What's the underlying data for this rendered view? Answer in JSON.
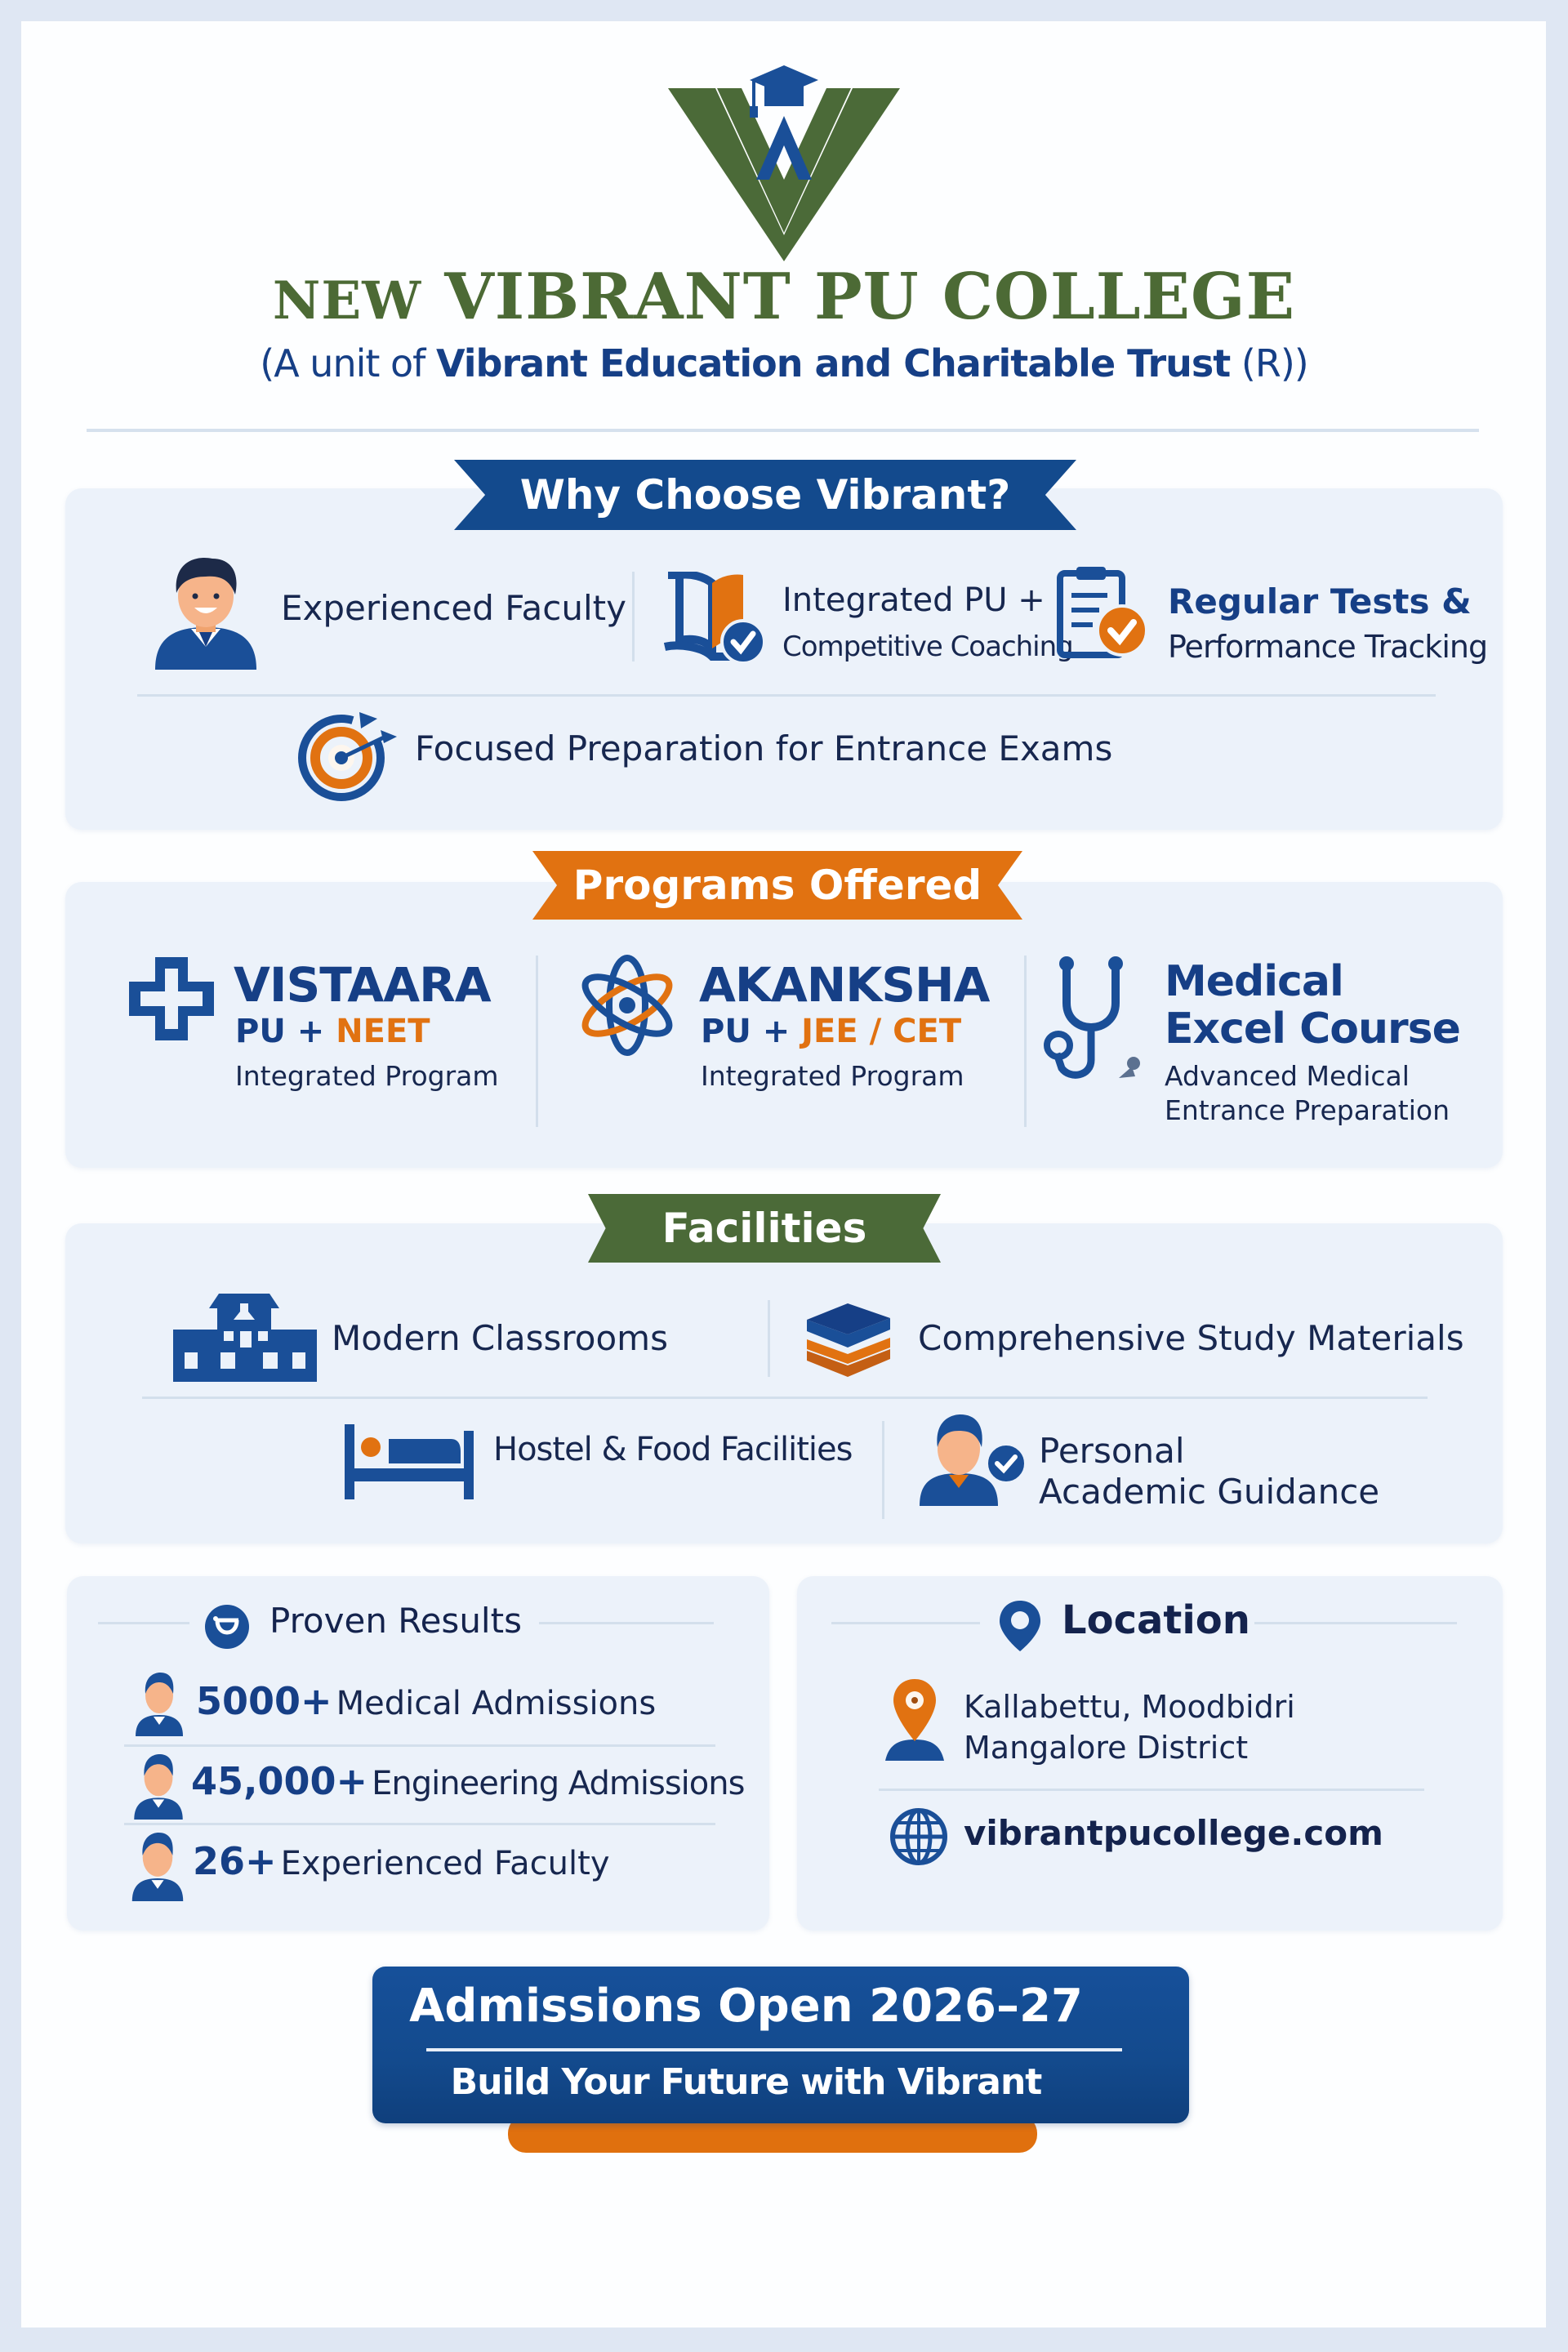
{
  "header": {
    "title_prefix": "NEW",
    "title_main": "VIBRANT PU COLLEGE",
    "subtitle_open": "(A unit of ",
    "subtitle_bold": "Vibrant Education and Charitable Trust",
    "subtitle_close": " (R))"
  },
  "colors": {
    "brand_green": "#4c6a35",
    "brand_blue": "#134a8d",
    "accent_orange": "#e17211",
    "card_bg": "#ecf2fa",
    "frame_bg": "#dfe7f3",
    "text_dark": "#17274f"
  },
  "why_choose": {
    "heading": "Why Choose Vibrant?",
    "items": [
      {
        "icon": "teacher-avatar-icon",
        "line1": "Experienced Faculty",
        "line2": ""
      },
      {
        "icon": "book-check-icon",
        "line1": "Integrated PU +",
        "line2": "Competitive Coaching"
      },
      {
        "icon": "clipboard-check-icon",
        "line1": "Regular Tests &",
        "line2": "Performance Tracking"
      },
      {
        "icon": "target-icon",
        "line1": "Focused Preparation for Entrance Exams",
        "line2": ""
      }
    ]
  },
  "programs": {
    "heading": "Programs Offered",
    "items": [
      {
        "icon": "medical-cross-icon",
        "name": "VISTAARA",
        "sub_prefix": "PU + ",
        "sub_highlight": "NEET",
        "desc1": "Integrated Program",
        "desc2": ""
      },
      {
        "icon": "atom-icon",
        "name": "AKANKSHA",
        "sub_prefix": "PU + ",
        "sub_highlight": "JEE / CET",
        "desc1": "Integrated Program",
        "desc2": ""
      },
      {
        "icon": "stethoscope-icon",
        "name": "Medical",
        "name2": "Excel Course",
        "desc1": "Advanced Medical",
        "desc2": "Entrance Preparation"
      }
    ]
  },
  "facilities": {
    "heading": "Facilities",
    "items": [
      {
        "icon": "school-building-icon",
        "label": "Modern Classrooms"
      },
      {
        "icon": "books-stack-icon",
        "label": "Comprehensive Study Materials"
      },
      {
        "icon": "bed-icon",
        "label": "Hostel & Food Facilities"
      },
      {
        "icon": "mentor-check-icon",
        "label1": "Personal",
        "label2": "Academic Guidance"
      }
    ]
  },
  "results": {
    "heading": "Proven Results",
    "items": [
      {
        "number": "5000+",
        "label": "Medical Admissions"
      },
      {
        "number": "45,000+",
        "label": "Engineering Admissions"
      },
      {
        "number": "26+",
        "label": "Experienced Faculty"
      }
    ]
  },
  "location": {
    "heading": "Location",
    "address_line1": "Kallabettu, Moodbidri",
    "address_line2": "Mangalore District",
    "website": "vibrantpucollege.com"
  },
  "cta": {
    "title": "Admissions Open 2026–27",
    "subtitle": "Build Your Future with Vibrant"
  }
}
